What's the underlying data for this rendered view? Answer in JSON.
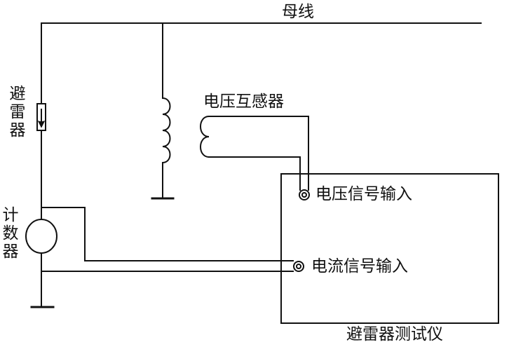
{
  "labels": {
    "busbar": "母线",
    "arrester": "避雷器",
    "counter": "计数器",
    "voltage_transformer": "电压互感器",
    "voltage_input": "电压信号输入",
    "current_input": "电流信号输入",
    "tester": "避雷器测试仪"
  },
  "colors": {
    "line": "#111111",
    "background": "#ffffff"
  }
}
